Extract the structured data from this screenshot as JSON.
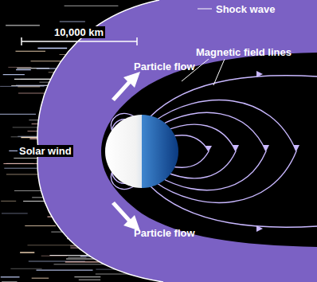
{
  "diagram": {
    "labels": [
      "10,000 km",
      "Shock wave",
      "Magnetic field lines",
      "Particle flow",
      "Solar wind",
      "Particle flow"
    ]
  }
}
